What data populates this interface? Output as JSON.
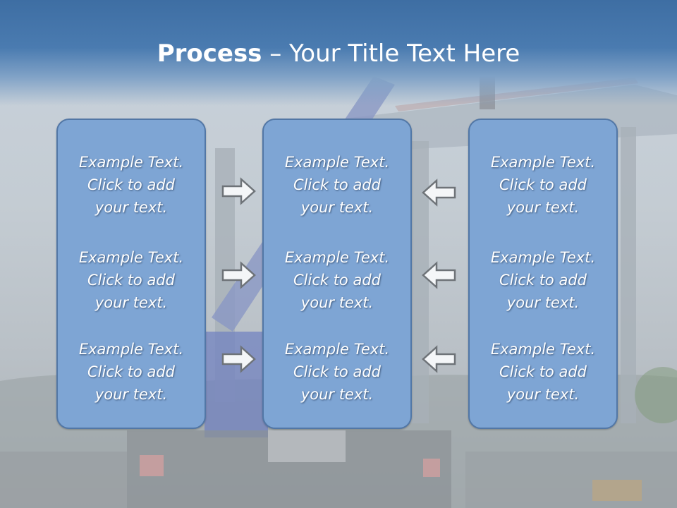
{
  "slide": {
    "title_bold": "Process",
    "title_rest": " – Your Title Text Here"
  },
  "columns": [
    {
      "items": [
        "Example Text.\nClick  to add\nyour text.",
        "Example Text.\nClick  to add\nyour text.",
        "Example Text.\nClick  to add\nyour text."
      ]
    },
    {
      "items": [
        "Example Text.\nClick  to add\nyour text.",
        "Example Text.\nClick  to add\nyour text.",
        "Example Text.\nClick  to add\nyour text."
      ]
    },
    {
      "items": [
        "Example Text.\nClick  to add\nyour text.",
        "Example Text.\nClick  to add\nyour text.",
        "Example Text.\nClick  to add\nyour text."
      ]
    }
  ],
  "icons": {
    "right": "arrow-right-icon",
    "left": "arrow-left-icon"
  },
  "colors": {
    "panel_fill": "#7ea5d4",
    "panel_border": "#5277a6",
    "header": "#4a7bb0"
  }
}
